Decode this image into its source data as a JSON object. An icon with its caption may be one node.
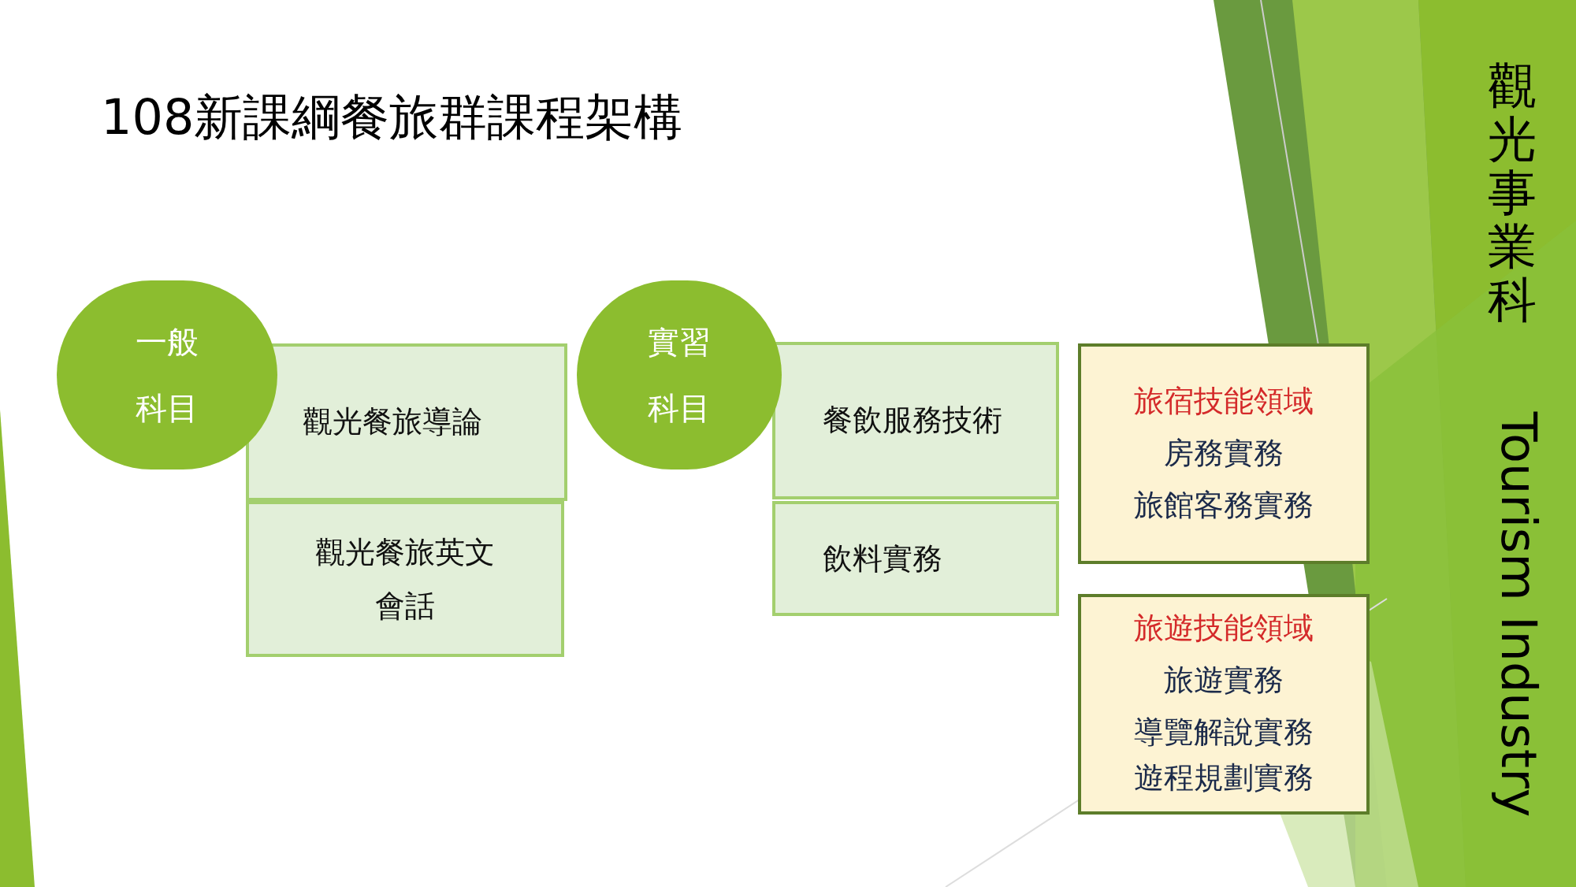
{
  "diagram": {
    "title": "108新課綱餐旅群課程架構",
    "nodes": [
      {
        "text": [
          "一般",
          "科目"
        ]
      },
      {
        "text": [
          "觀光餐旅導論"
        ]
      },
      {
        "text": [
          "觀光餐旅英文會話"
        ]
      },
      {
        "text": [
          "實習",
          "科目"
        ]
      },
      {
        "text": [
          "餐飲服務技術"
        ]
      },
      {
        "text": [
          "飲料實務"
        ]
      },
      {
        "text": [
          "旅宿技能領域",
          "房務實務",
          "旅館客務實務"
        ]
      },
      {
        "text": [
          "旅遊技能領域",
          "旅遊實務",
          "導覽解說實務",
          "遊程規劃實務"
        ]
      }
    ],
    "labels": [
      "觀光事業科",
      "Tourism Industry"
    ]
  }
}
